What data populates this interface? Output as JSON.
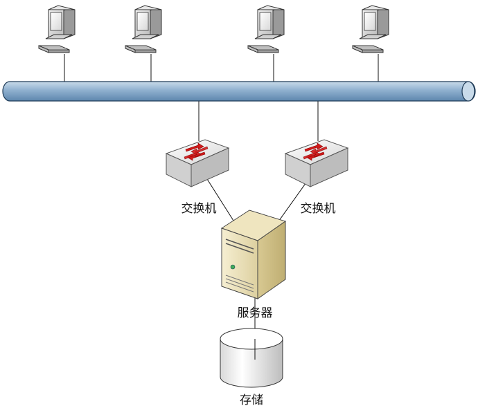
{
  "labels": {
    "switch_left": "交换机",
    "switch_right": "交换机",
    "server": "服务器",
    "storage": "存储"
  },
  "icons": {
    "workstation": "desktop-computer-icon",
    "bus": "network-backbone-bus",
    "switch": "network-switch-icon",
    "server": "tower-server-icon",
    "storage": "database-cylinder-icon"
  },
  "colors": {
    "bus_fill": "#8fb0cf",
    "switch_arrow": "#d11a1a",
    "server_body": "#e8dcb0",
    "line": "#111111"
  }
}
